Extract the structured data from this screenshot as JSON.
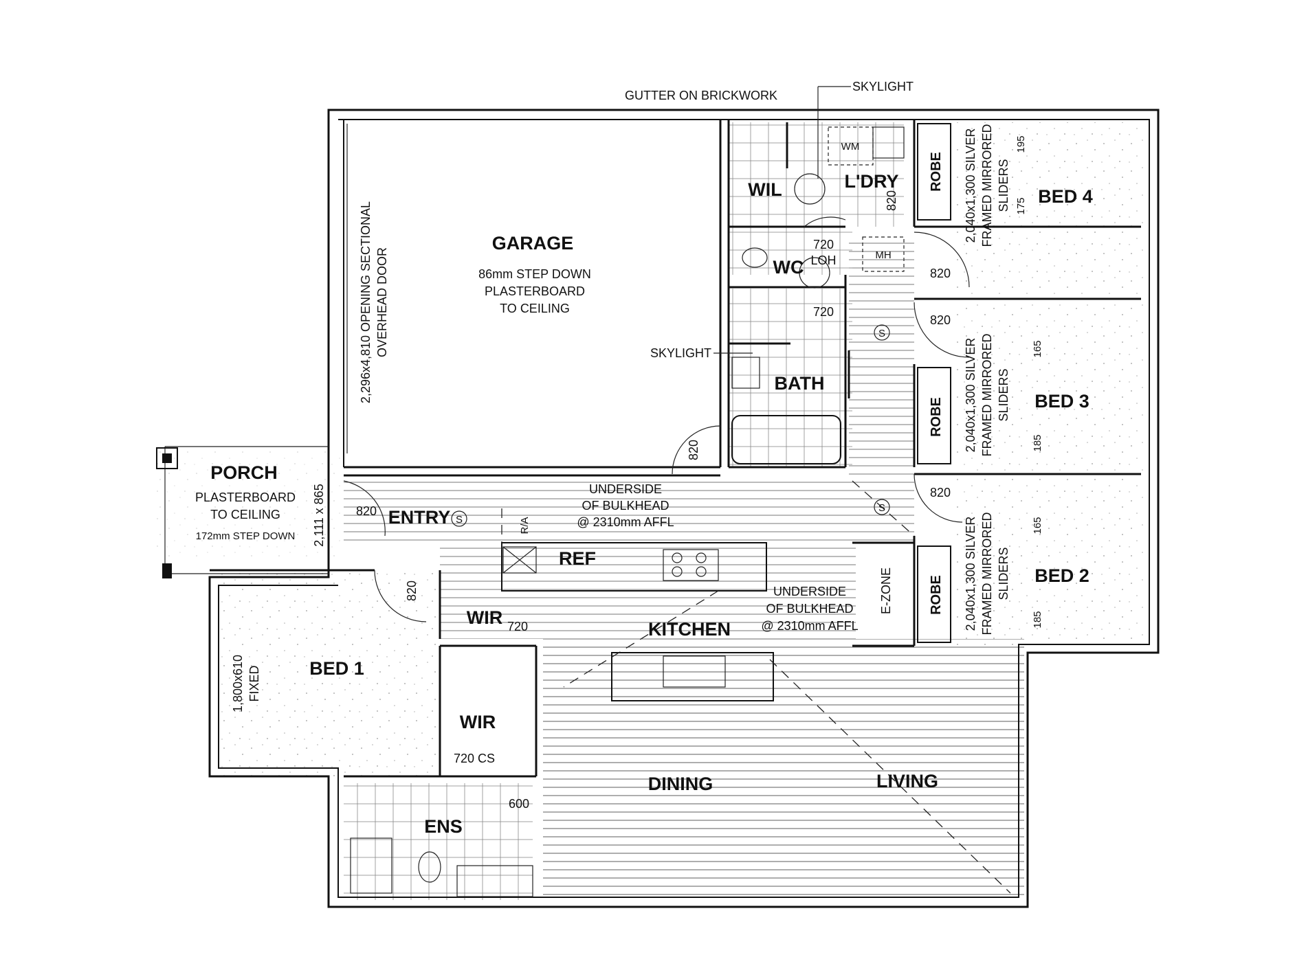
{
  "rooms": {
    "garage": "GARAGE",
    "wil": "WIL",
    "laundry": "L'DRY",
    "wc": "WC",
    "bath": "BATH",
    "bed4": "BED 4",
    "bed3": "BED 3",
    "bed2": "BED 2",
    "bed1": "BED 1",
    "porch": "PORCH",
    "entry": "ENTRY",
    "kitchen": "KITCHEN",
    "ref": "REF",
    "wir1": "WIR",
    "wir2": "WIR",
    "ens": "ENS",
    "dining": "DINING",
    "living": "LIVING",
    "robe4": "ROBE",
    "robe3": "ROBE",
    "robe2": "ROBE"
  },
  "notes": {
    "gutter": "GUTTER ON BRICKWORK",
    "skylight_top": "SKYLIGHT",
    "skylight_mid": "SKYLIGHT",
    "garage_step": "86mm STEP DOWN",
    "garage_pb1": "PLASTERBOARD",
    "garage_pb2": "TO CEILING",
    "garage_door1": "2,296x4,810 OPENING SECTIONAL",
    "garage_door2": "OVERHEAD DOOR",
    "porch_pb1": "PLASTERBOARD",
    "porch_pb2": "TO CEILING",
    "porch_step": "172mm STEP DOWN",
    "porch_dim": "2,111 x 865",
    "bulk1_l1": "UNDERSIDE",
    "bulk1_l2": "OF BULKHEAD",
    "bulk1_l3": "@ 2310mm AFFL",
    "bulk2_l1": "UNDERSIDE",
    "bulk2_l2": "OF BULKHEAD",
    "bulk2_l3": "@ 2310mm AFFL",
    "ezone": "E-ZONE",
    "ra": "R/A",
    "wm": "WM",
    "mh": "MH",
    "loh": "LOH",
    "cs": "720 CS",
    "bed1_window1": "1,800x610",
    "bed1_window2": "FIXED",
    "smoke": "S"
  },
  "sliders": {
    "bed4": [
      "2,040x1,300 SILVER",
      "FRAMED MIRRORED",
      "SLIDERS"
    ],
    "bed3": [
      "2,040x1,300 SILVER",
      "FRAMED MIRRORED",
      "SLIDERS"
    ],
    "bed2": [
      "2,040x1,300 SILVER",
      "FRAMED MIRRORED",
      "SLIDERS"
    ]
  },
  "dims": {
    "d820_laundry": "820",
    "d720_wc": "720",
    "d820_bed4": "820",
    "d820_bed3": "820",
    "d720_bath": "720",
    "d820_bath": "820",
    "d820_bed2": "820",
    "d820_entry": "820",
    "d820_bed1": "820",
    "d720_wir": "720",
    "d600": "600",
    "d195": "195",
    "d175": "175",
    "d165a": "165",
    "d185a": "185",
    "d165b": "165",
    "d185b": "185"
  }
}
